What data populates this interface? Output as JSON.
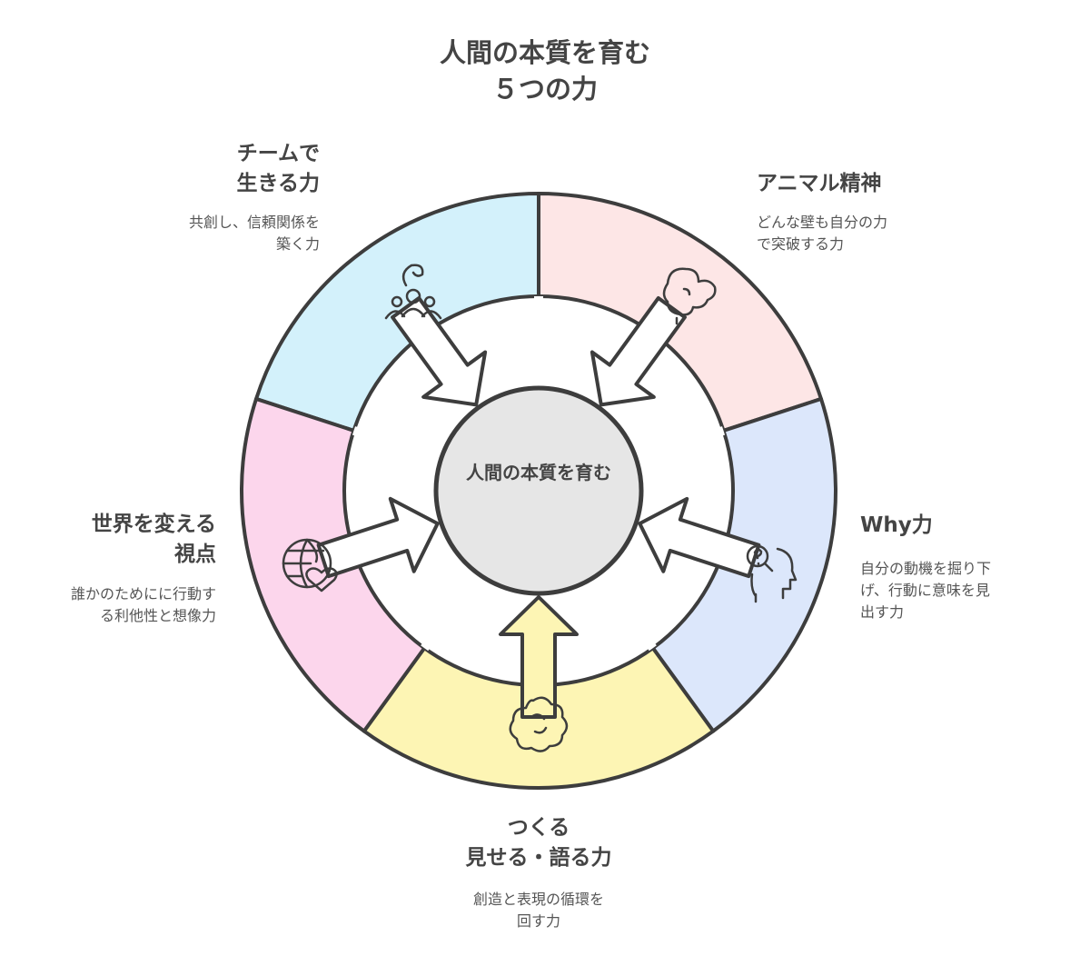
{
  "title": {
    "line1": "人間の本質を育む",
    "line2": "５つの力"
  },
  "center": {
    "label": "人間の本質を育む"
  },
  "colors": {
    "animal": "#fde6e6",
    "why": "#dce7fb",
    "create": "#fdf5b4",
    "world": "#fcd6ec",
    "team": "#d3f1fb",
    "center": "#e6e6e6",
    "stroke": "#3d3d3d"
  },
  "segments": [
    {
      "id": "team",
      "title_line1": "チームで",
      "title_line2": "生きる力",
      "desc_line1": "共創し、信頼関係を",
      "desc_line2": "築く力",
      "icon": "team-people-icon"
    },
    {
      "id": "animal",
      "title": "アニマル精神",
      "desc_line1": "どんな壁も自分の力",
      "desc_line2": "で突破する力",
      "icon": "lion-icon"
    },
    {
      "id": "why",
      "title": "Why力",
      "desc_line1": "自分の動機を掘り下",
      "desc_line2": "げ、行動に意味を見",
      "desc_line3": "出す力",
      "icon": "head-question-icon"
    },
    {
      "id": "create",
      "title_line1": "つくる",
      "title_line2": "見せる・語る力",
      "desc_line1": "創造と表現の循環を",
      "desc_line2": "回す力",
      "icon": "brain-icon"
    },
    {
      "id": "world",
      "title_line1": "世界を変える",
      "title_line2": "視点",
      "desc_line1": "誰かのためにに行動す",
      "desc_line2": "る利他性と想像力",
      "icon": "globe-heart-icon"
    }
  ]
}
